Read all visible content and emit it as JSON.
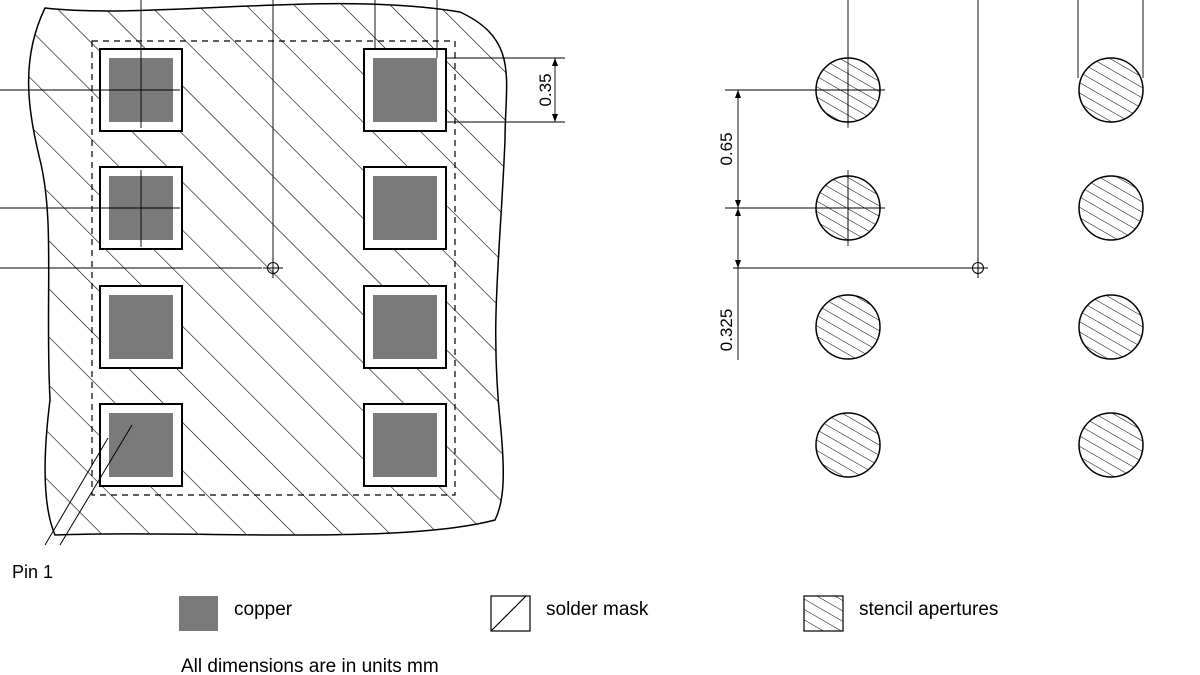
{
  "dimensions": {
    "pad_size": "0.35",
    "pitch": "0.65",
    "half_pitch": "0.325"
  },
  "labels": {
    "pin1": "Pin 1",
    "units_note": "All dimensions are in units mm"
  },
  "legend": {
    "copper": "copper",
    "solder_mask": "solder mask",
    "stencil": "stencil apertures"
  },
  "colors": {
    "copper": "#7a7a7a",
    "outline": "#000000",
    "background": "#ffffff"
  }
}
